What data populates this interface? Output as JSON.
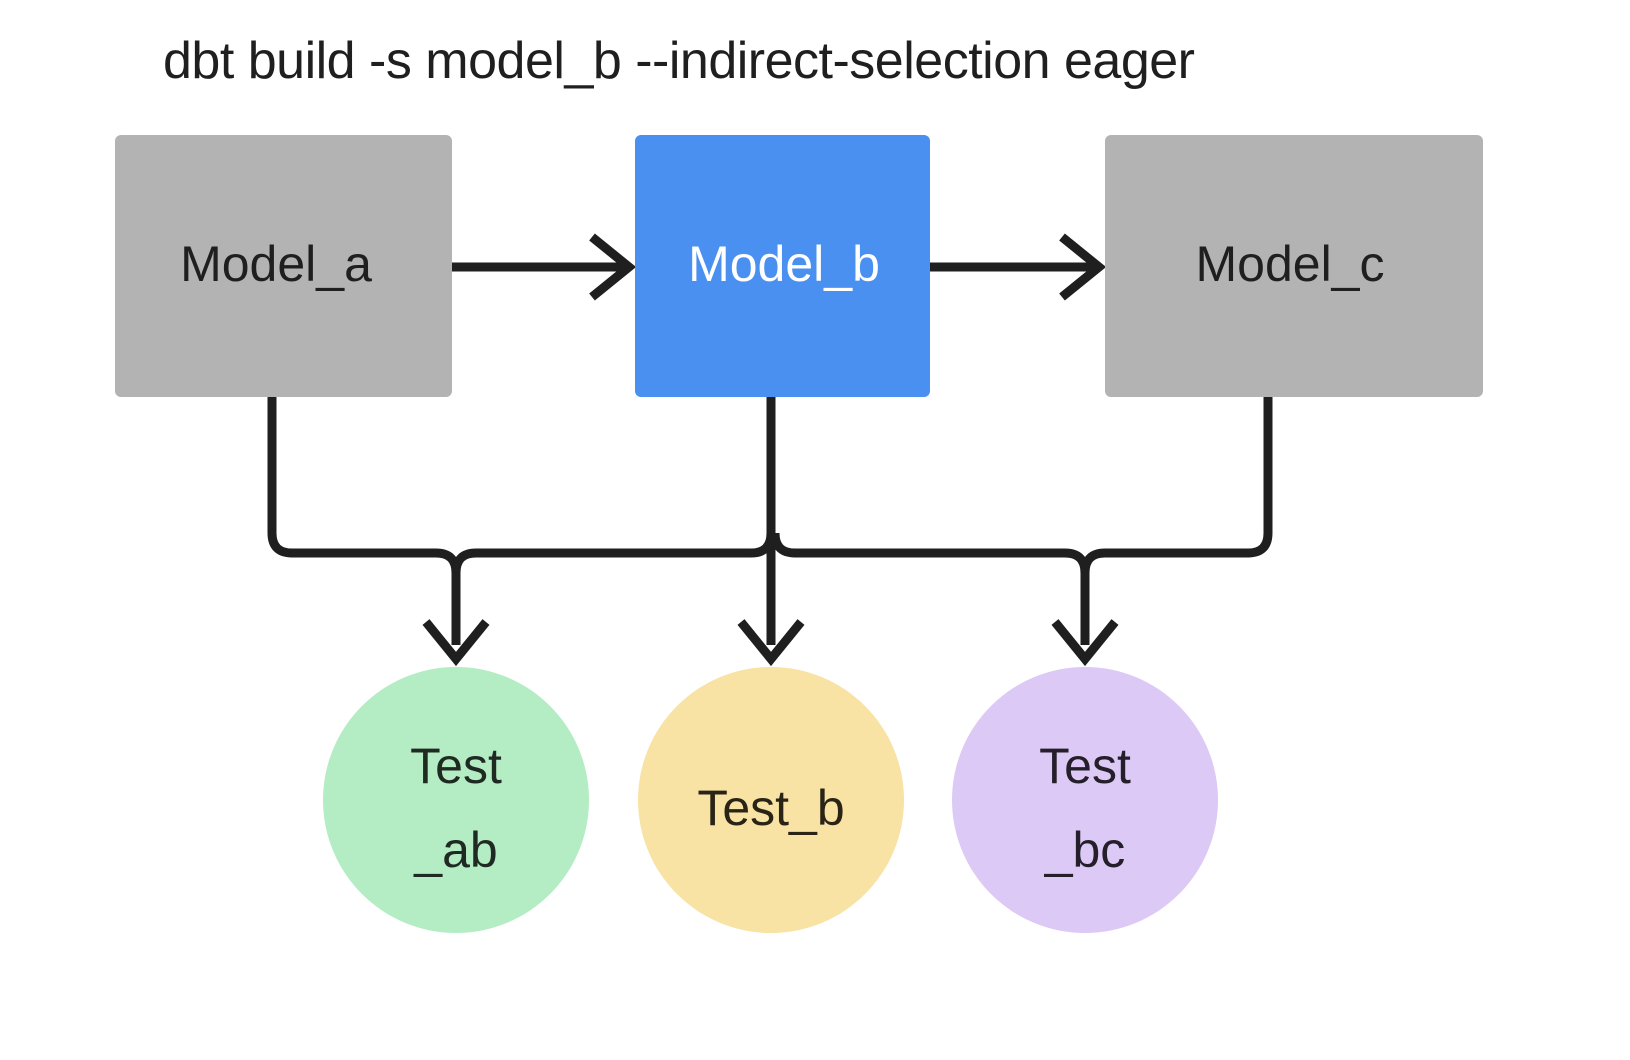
{
  "diagram": {
    "title": "dbt build -s model_b --indirect-selection eager",
    "background_color": "#ffffff",
    "line_color": "#1f1f1f",
    "nodes": [
      {
        "id": "model_a",
        "label": "Model_a",
        "shape": "rectangle",
        "fill": "#b3b3b3",
        "text_color": "#1f1f1f",
        "selected": "false"
      },
      {
        "id": "model_b",
        "label": "Model_b",
        "shape": "rectangle",
        "fill": "#4a90f0",
        "text_color": "#ffffff",
        "selected": "true"
      },
      {
        "id": "model_c",
        "label": "Model_c",
        "shape": "rectangle",
        "fill": "#b3b3b3",
        "text_color": "#1f1f1f",
        "selected": "false"
      },
      {
        "id": "test_ab",
        "label_line1": "Test",
        "label_line2": "_ab",
        "shape": "circle",
        "fill": "#b4ecc3",
        "text_color": "#1f2a22",
        "selected": "false"
      },
      {
        "id": "test_b",
        "label_line1": "Test_b",
        "label_line2": "",
        "shape": "circle",
        "fill": "#f8e3a4",
        "text_color": "#2a2417",
        "selected": "false"
      },
      {
        "id": "test_bc",
        "label_line1": "Test",
        "label_line2": "_bc",
        "shape": "circle",
        "fill": "#ddc9f5",
        "text_color": "#241f2a",
        "selected": "false"
      }
    ],
    "edges": [
      {
        "from": "model_a",
        "to": "model_b",
        "kind": "arrow-right"
      },
      {
        "from": "model_b",
        "to": "model_c",
        "kind": "arrow-right"
      },
      {
        "from": "model_a",
        "to": "test_ab",
        "kind": "elbow-down"
      },
      {
        "from": "model_b",
        "to": "test_ab",
        "kind": "elbow-down"
      },
      {
        "from": "model_b",
        "to": "test_b",
        "kind": "straight-down"
      },
      {
        "from": "model_b",
        "to": "test_bc",
        "kind": "elbow-down"
      },
      {
        "from": "model_c",
        "to": "test_bc",
        "kind": "elbow-down"
      }
    ]
  }
}
